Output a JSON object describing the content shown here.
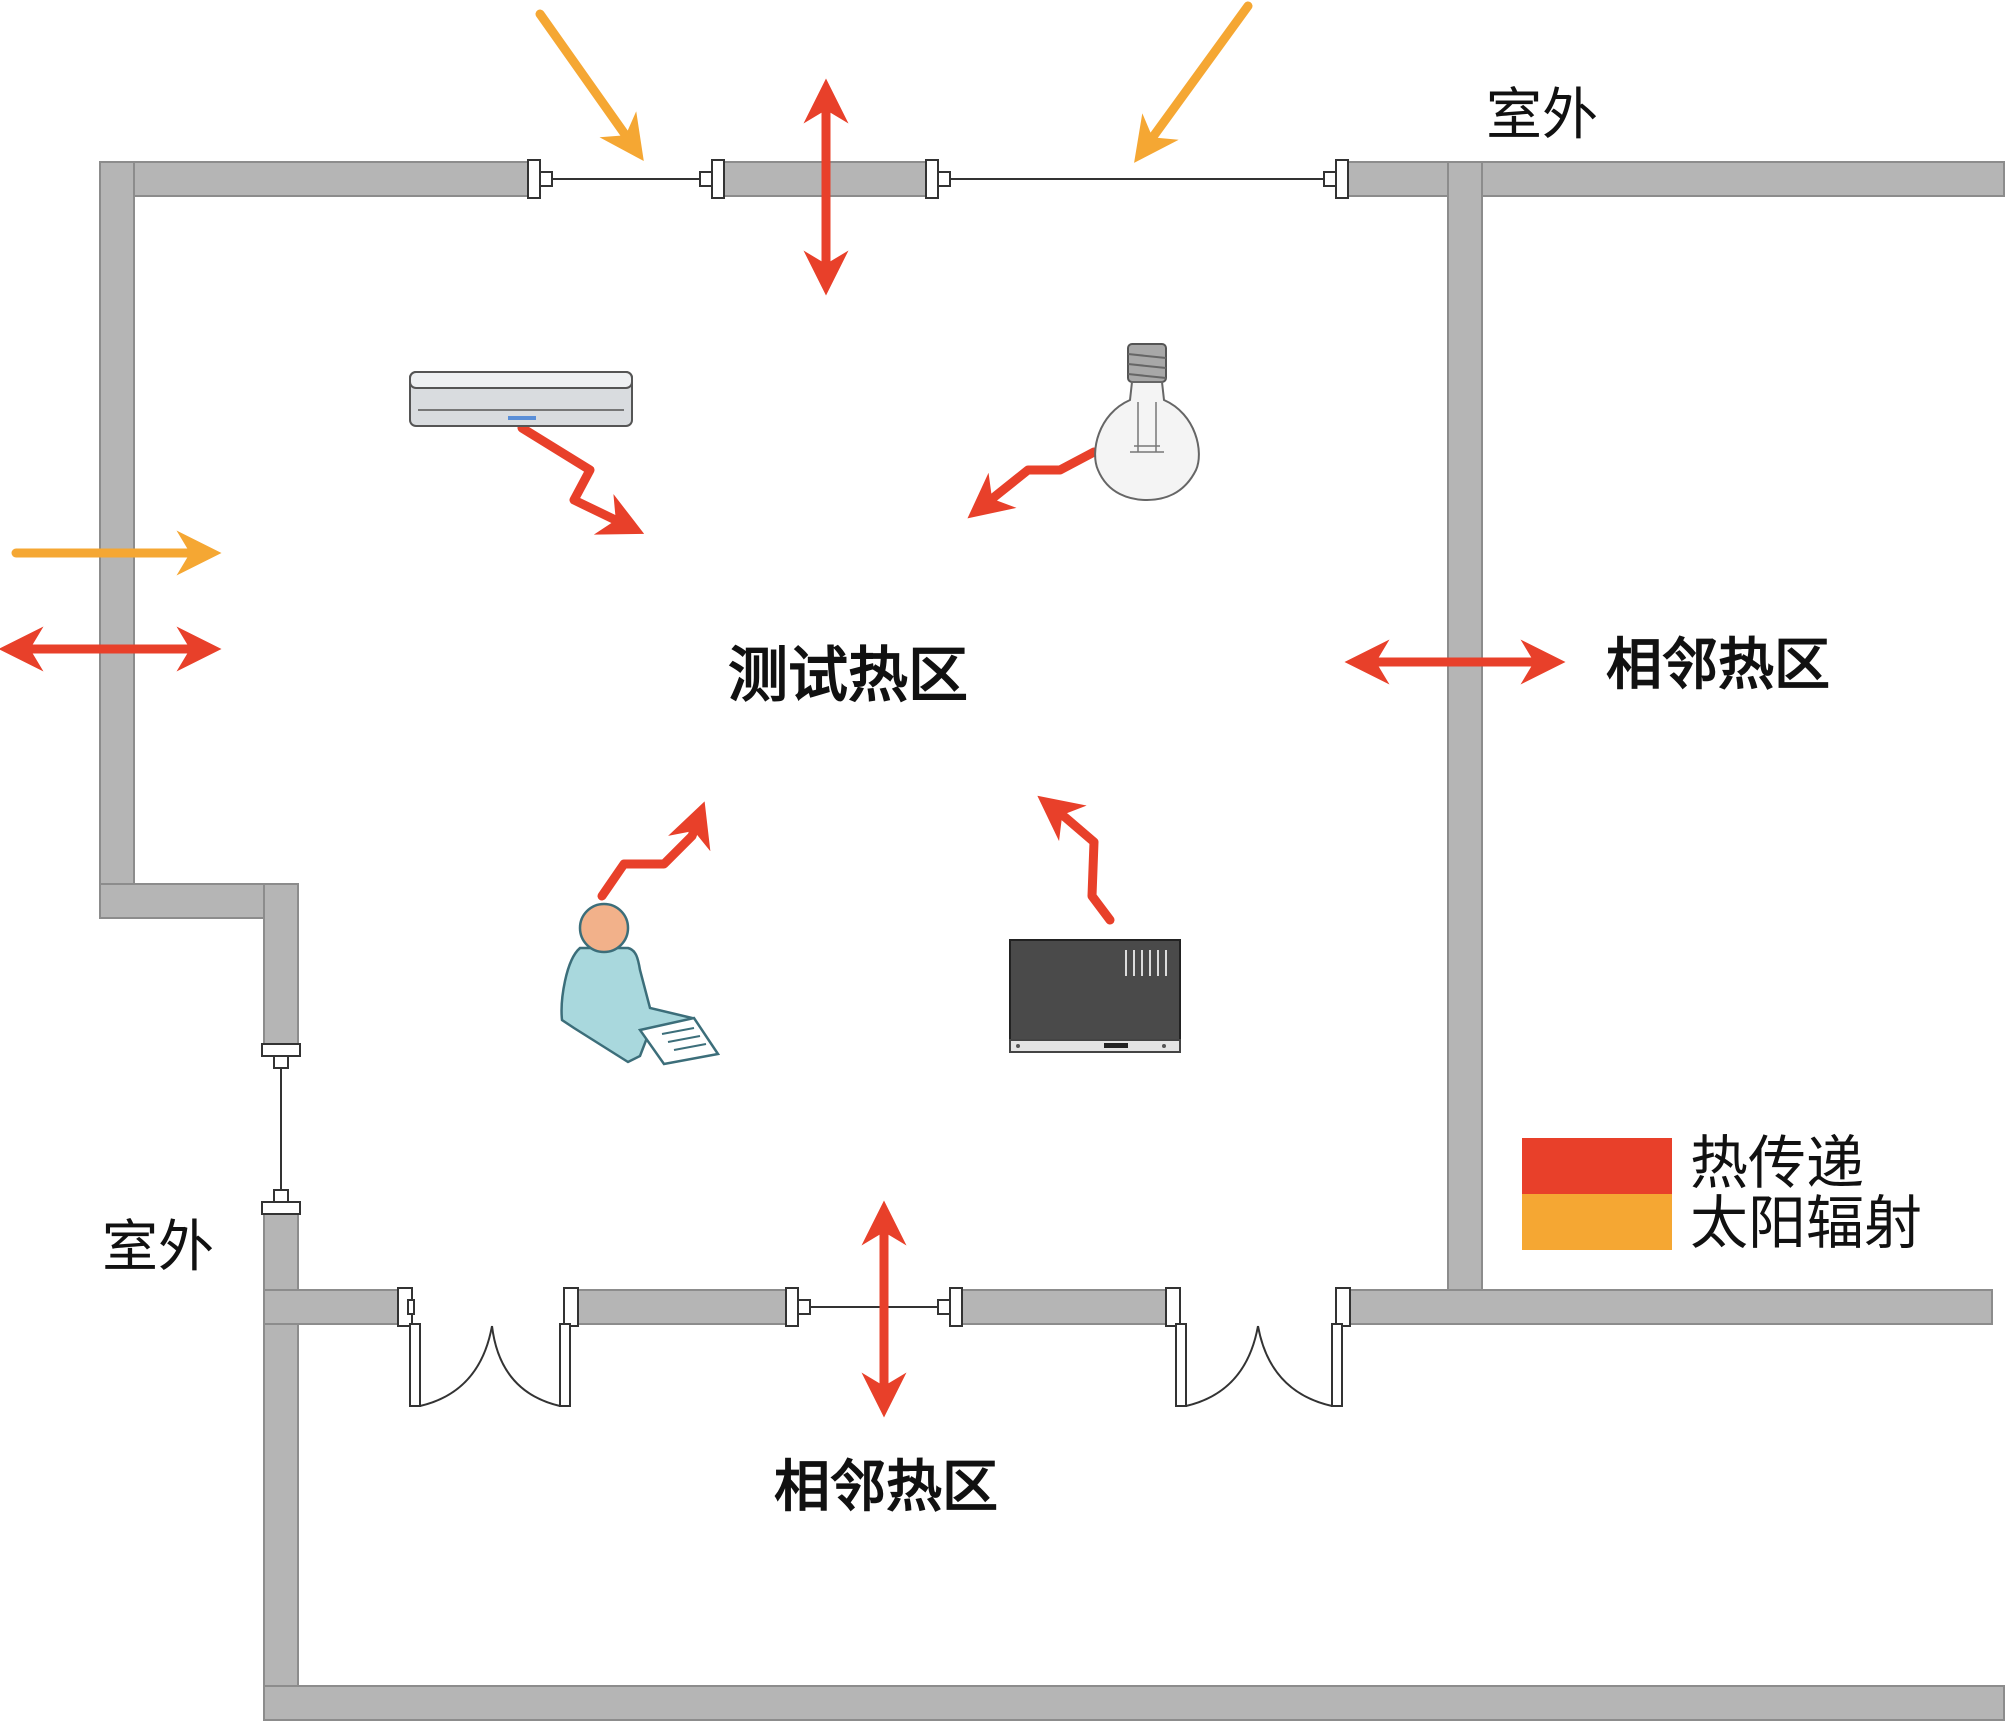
{
  "labels": {
    "outdoor_top": "室外",
    "outdoor_left": "室外",
    "test_zone": "测试热区",
    "adjacent_right": "相邻热区",
    "adjacent_bottom": "相邻热区"
  },
  "legend": [
    {
      "label": "热传递",
      "color": "#e8402a"
    },
    {
      "label": "太阳辐射",
      "color": "#f5a733"
    }
  ],
  "colors": {
    "wall_fill": "#b5b5b5",
    "wall_stroke": "#8c8c8c",
    "heat_transfer": "#e8402a",
    "solar_radiation": "#f5a733",
    "occupant_body": "#a9d8dd",
    "occupant_head": "#f2b18a",
    "equipment_body": "#4a4a4a",
    "ac_unit": "#d9dcdf"
  },
  "icons": [
    "air-conditioner-icon",
    "light-bulb-icon",
    "person-icon",
    "equipment-box-icon"
  ]
}
